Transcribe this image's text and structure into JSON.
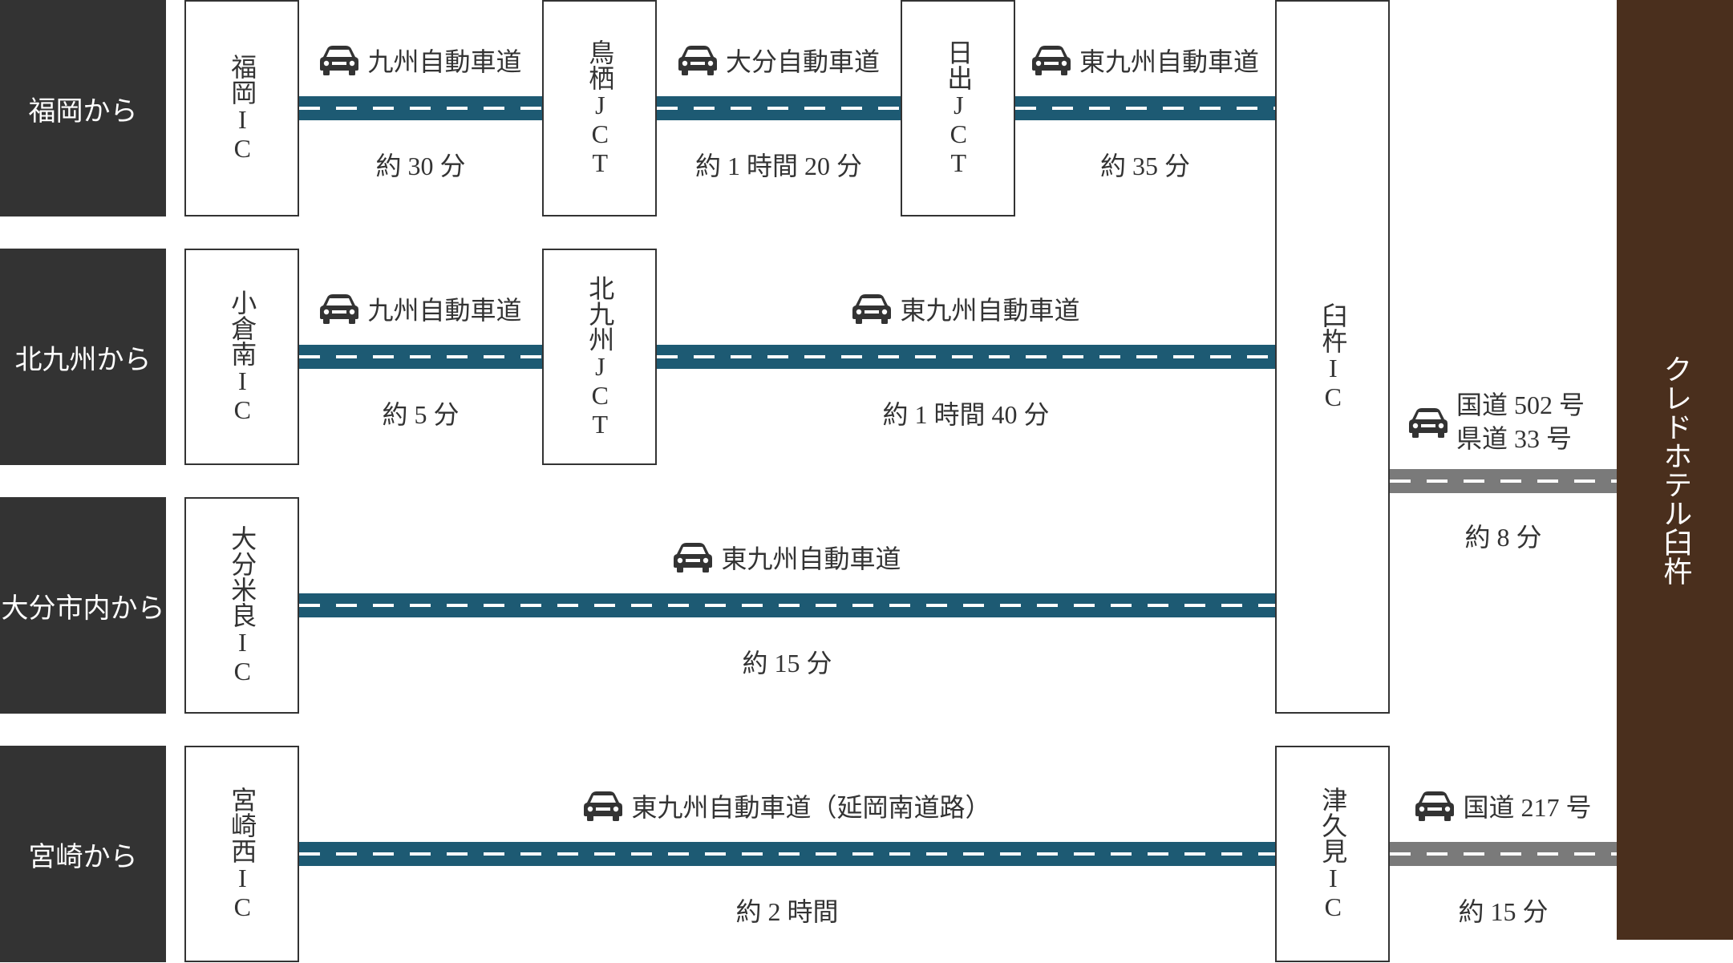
{
  "origins": {
    "fukuoka": "福岡から",
    "kitakyushu": "北九州から",
    "oita": "大分市内から",
    "miyazaki": "宮崎から"
  },
  "nodes": {
    "fukuoka_ic": "福岡IC",
    "tosu_jct": "鳥栖JCT",
    "hiji_jct": "日出JCT",
    "kokura_minami_ic": "小倉南IC",
    "kitakyushu_jct": "北九州JCT",
    "oita_mera_ic": "大分米良IC",
    "usuki_ic": "臼杵IC",
    "miyazaki_nishi_ic": "宮崎西IC",
    "tsukumi_ic": "津久見IC"
  },
  "hotel": "クレドホテル臼杵",
  "routes": {
    "r1a": {
      "road": "九州自動車道",
      "time": "約 30 分"
    },
    "r1b": {
      "road": "大分自動車道",
      "time": "約 1 時間 20 分"
    },
    "r1c": {
      "road": "東九州自動車道",
      "time": "約 35 分"
    },
    "r2a": {
      "road": "九州自動車道",
      "time": "約 5 分"
    },
    "r2b": {
      "road": "東九州自動車道",
      "time": "約 1 時間 40 分"
    },
    "r3": {
      "road": "東九州自動車道",
      "time": "約 15 分"
    },
    "r4": {
      "road": "東九州自動車道（延岡南道路）",
      "time": "約 2 時間"
    },
    "usuki_to_hotel": {
      "road_line1": "国道 502 号",
      "road_line2": "県道 33 号",
      "time": "約 8 分"
    },
    "tsukumi_to_hotel": {
      "road": "国道 217 号",
      "time": "約 15 分"
    }
  },
  "colors": {
    "origin_bg": "#333333",
    "highway": "#1d5a73",
    "local_road": "#7a7a7a",
    "hotel_bg": "#4a2f1d"
  },
  "icons": {
    "vehicle": "car-icon"
  }
}
